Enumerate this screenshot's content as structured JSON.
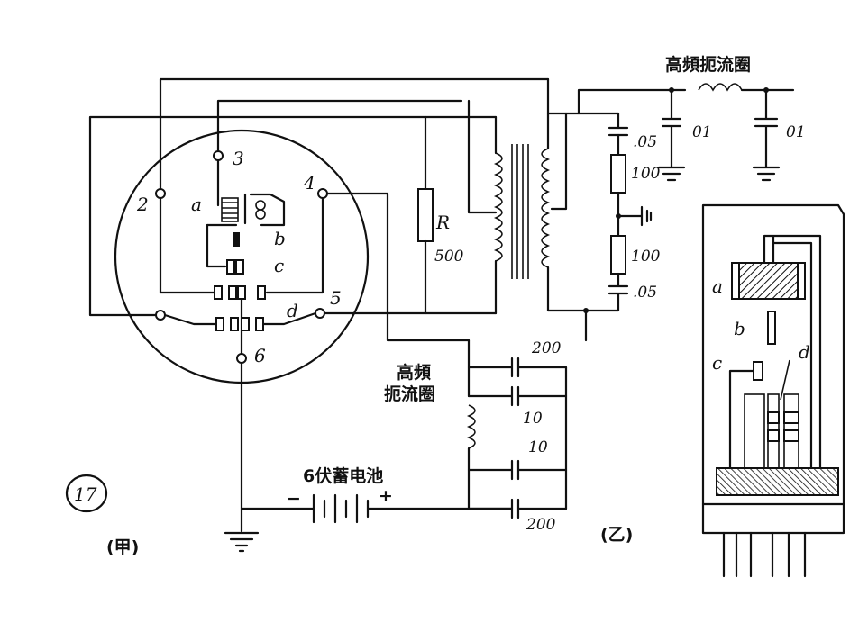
{
  "figure": {
    "number": "17",
    "panel_a": "(甲)",
    "panel_b": "(乙)"
  },
  "labels": {
    "node2": "2",
    "node3": "3",
    "node4": "4",
    "node5": "5",
    "node6": "6",
    "a": "a",
    "b": "b",
    "c": "c",
    "d": "d",
    "R": "R",
    "R_value": "500",
    "cap_05_top": ".05",
    "res_100_top": "100",
    "res_100_bottom": "100",
    "cap_05_bottom": ".05",
    "cap_01_left": "01",
    "cap_01_right": "01",
    "cap_200_top": "200",
    "cap_10_a": "10",
    "cap_10_b": "10",
    "cap_200_bottom": "200",
    "battery": "6伏蓄电池",
    "battery_minus": "−",
    "battery_plus": "+",
    "choke_hf_top": "高頻扼流圈",
    "choke_hf_mid_line1": "高頻",
    "choke_hf_mid_line2": "扼流圈",
    "tube_a": "a",
    "tube_b": "b",
    "tube_c": "c",
    "tube_d": "d"
  }
}
